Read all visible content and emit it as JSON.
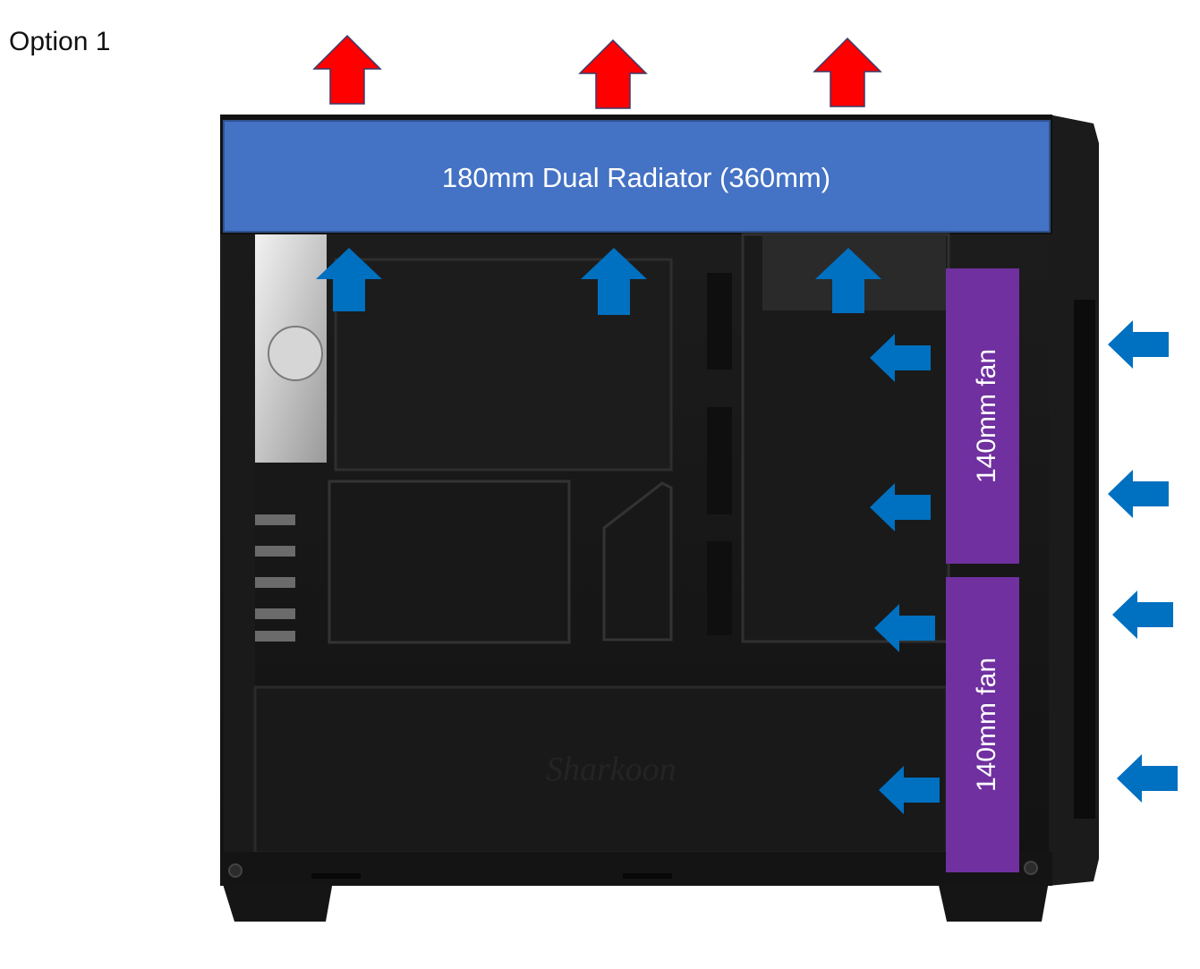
{
  "option_label": "Option 1",
  "radiator": {
    "label": "180mm Dual Radiator (360mm)",
    "color": "#4472C4"
  },
  "fans": [
    {
      "label": "140mm fan",
      "color": "#7030A0"
    },
    {
      "label": "140mm fan",
      "color": "#7030A0"
    }
  ],
  "case_brand": "Sharkoon",
  "arrows": {
    "exhaust_color": "#FF0000",
    "intake_color": "#0070C0"
  }
}
